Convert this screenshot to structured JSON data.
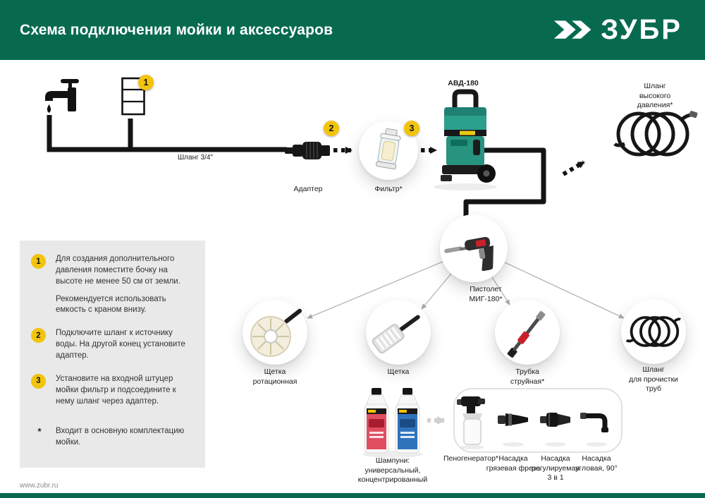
{
  "colors": {
    "header_green": "#076a4f",
    "badge_yellow": "#f2c40c",
    "washer_teal": "#2ba08c",
    "notes_bg": "#e9e9e9"
  },
  "header": {
    "title": "Схема подключения мойки и аксессуаров",
    "brand": "ЗУБР"
  },
  "badges": {
    "step1": "1",
    "step2": "2",
    "step3": "3"
  },
  "diagram": {
    "washer_label": "АВД-180",
    "supply_hose_label": "Шланг 3/4\"",
    "adapter_label": "Адаптер",
    "filter_label": "Фильтр*",
    "high_pressure_hose_label": "Шланг высокого\nдавления*",
    "pistol_label": "Пистолет\nМИГ-180*",
    "accessories": [
      {
        "label": "Щетка\nротационная"
      },
      {
        "label": "Щетка"
      },
      {
        "label": "Трубка\nструйная*"
      },
      {
        "label": "Шланг\nдля прочистки\nтруб"
      }
    ],
    "shampoo_label": "Шампуни:\nуниверсальный,\nконцентрированный",
    "nozzle_group": [
      {
        "label": "Пеногенератор*"
      },
      {
        "label": "Насадка\nгрязевая фреза"
      },
      {
        "label": "Насадка\nрегулируемая\n3 в 1"
      },
      {
        "label": "Насадка\nугловая, 90°"
      }
    ]
  },
  "notes": {
    "items": [
      {
        "badge": "1",
        "paragraphs": [
          "Для создания дополнительного давления поместите бочку на высоте не менее 50 см от земли.",
          "Рекомендуется использовать емкость с краном внизу."
        ]
      },
      {
        "badge": "2",
        "paragraphs": [
          "Подключите шланг к источнику воды. На другой конец установите адаптер."
        ]
      },
      {
        "badge": "3",
        "paragraphs": [
          "Установите на входной штуцер мойки фильтр и подсоедините к нему шланг через адаптер."
        ]
      }
    ],
    "footnote_mark": "*",
    "footnote_text": "Входит в основную комплектацию мойки."
  },
  "footer": {
    "url": "www.zubr.ru"
  }
}
